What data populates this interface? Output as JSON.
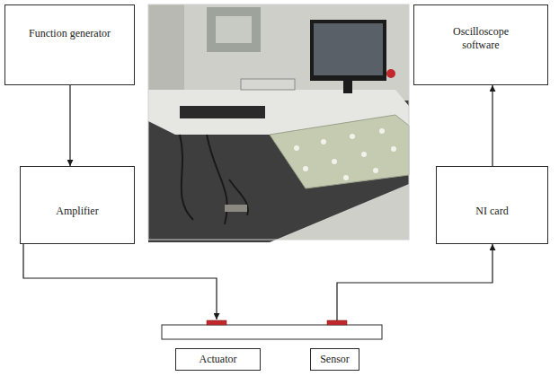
{
  "diagram": {
    "nodes": [
      {
        "text": [
          "Function generator"
        ]
      },
      {
        "text": [
          "Oscilloscope software"
        ]
      },
      {
        "text": [
          "Amplifier"
        ]
      },
      {
        "text": [
          "NI card"
        ]
      },
      {
        "text": [
          "Actuator"
        ]
      },
      {
        "text": [
          "Sensor"
        ]
      }
    ],
    "edges": [
      {
        "from": 0,
        "to": 2,
        "arrow": "to"
      },
      {
        "from": 2,
        "to": 4,
        "arrow": "to"
      },
      {
        "from": 5,
        "to": 3,
        "arrow": "to"
      },
      {
        "from": 3,
        "to": 1,
        "arrow": "to"
      }
    ]
  }
}
